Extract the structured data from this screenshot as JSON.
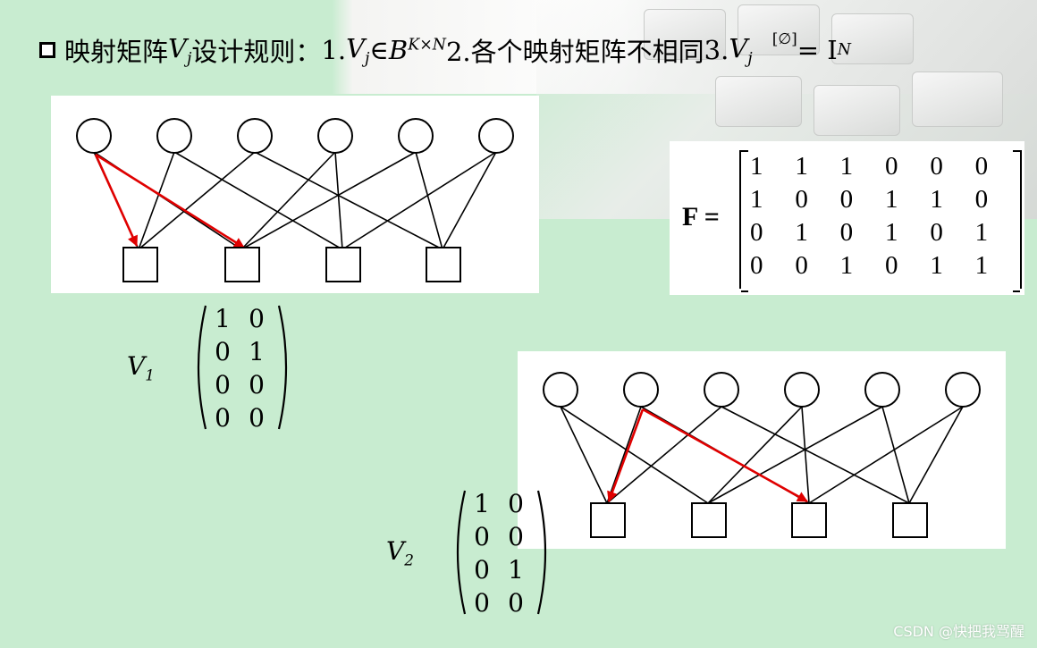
{
  "title": {
    "prefix": "映射矩阵 ",
    "v": "V",
    "j": "j",
    "rule_text": "设计规则：",
    "item1_num": "1. ",
    "in_set": " ∈ ",
    "B": "B",
    "sup_kxn": "K×N",
    "item2": " 2.各个映射矩阵不相同 ",
    "item3_num": "3. ",
    "sup_phi": "[∅]",
    "eq": " = I",
    "sub_n": "N"
  },
  "f_matrix": {
    "label": "F =",
    "rows": [
      [
        "1",
        "1",
        "1",
        "0",
        "0",
        "0"
      ],
      [
        "1",
        "0",
        "0",
        "1",
        "1",
        "0"
      ],
      [
        "0",
        "1",
        "0",
        "1",
        "0",
        "1"
      ],
      [
        "0",
        "0",
        "1",
        "0",
        "1",
        "1"
      ]
    ]
  },
  "v1": {
    "label_base": "V",
    "label_sub": "1",
    "rows": [
      [
        "1",
        "0"
      ],
      [
        "0",
        "1"
      ],
      [
        "0",
        "0"
      ],
      [
        "0",
        "0"
      ]
    ]
  },
  "v2": {
    "label_base": "V",
    "label_sub": "2",
    "rows": [
      [
        "1",
        "0"
      ],
      [
        "0",
        "0"
      ],
      [
        "0",
        "1"
      ],
      [
        "0",
        "0"
      ]
    ]
  },
  "colors": {
    "background": "#c8ecd0",
    "highlight_edge": "#e00000",
    "edge": "#000000"
  },
  "watermark": "CSDN @快把我骂醒"
}
